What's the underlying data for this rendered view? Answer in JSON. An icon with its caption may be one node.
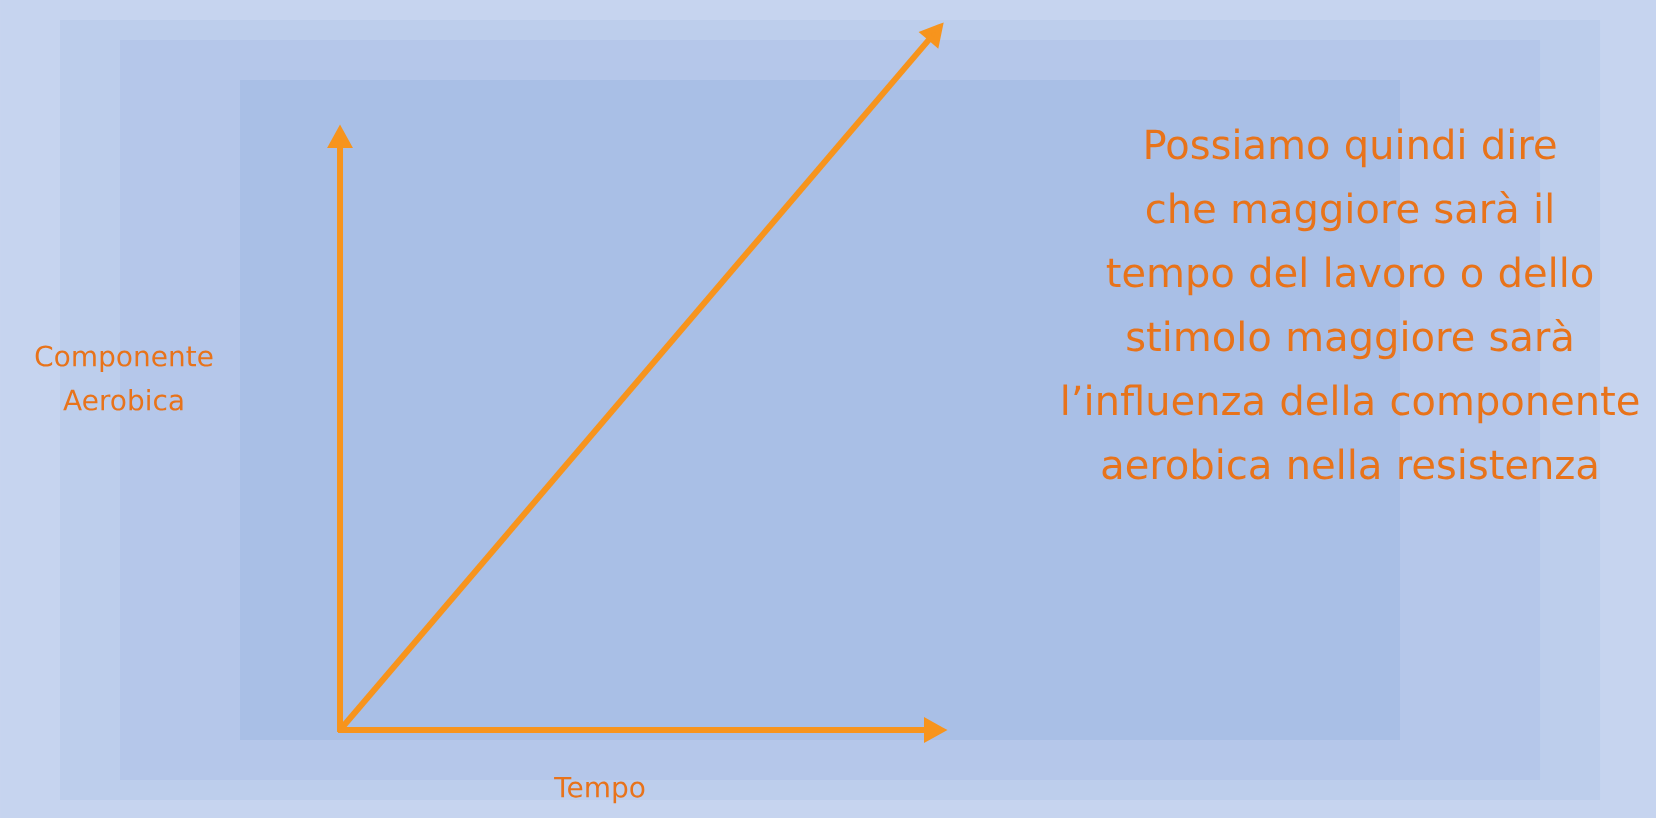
{
  "diagram": {
    "labels": [
      "Componente Aerobica",
      "Possiamo quindi dire che maggiore sarà il tempo del lavoro o dello stimolo maggiore sarà l’influenza della componente aerobica nella resistenza",
      "Tempo"
    ]
  }
}
